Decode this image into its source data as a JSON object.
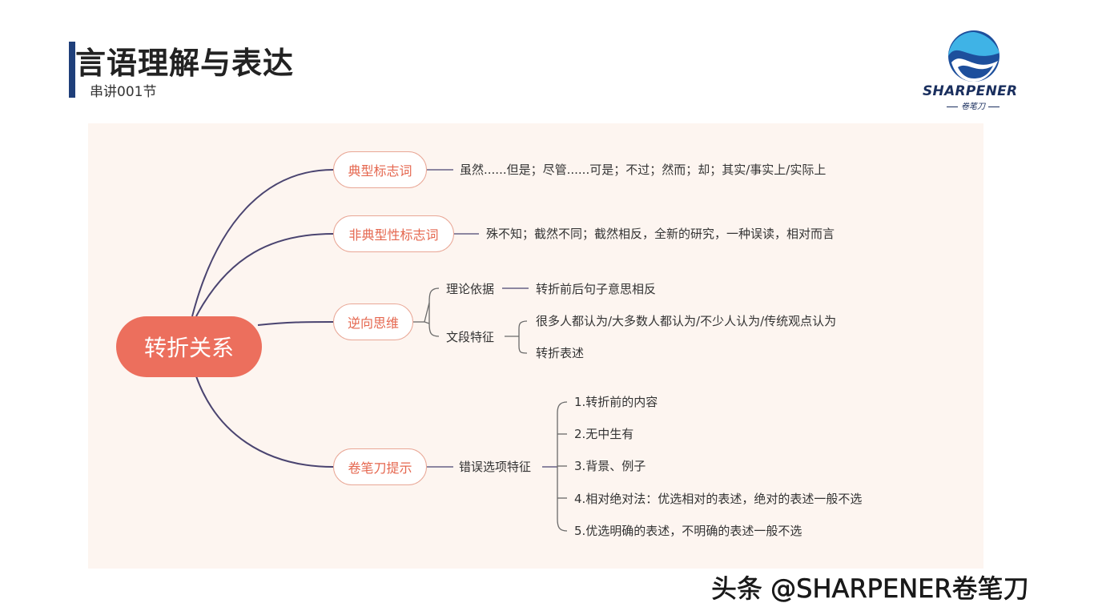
{
  "header": {
    "title": "言语理解与表达",
    "subtitle": "串讲001节"
  },
  "logo": {
    "word": "SHARPENER",
    "sub": "卷笔刀"
  },
  "mindmap": {
    "root": "转折关系",
    "branches": [
      {
        "label": "典型标志词",
        "text": "虽然......但是；尽管......可是；不过；然而；却；其实/事实上/实际上"
      },
      {
        "label": "非典型性标志词",
        "text": "殊不知；截然不同；截然相反，全新的研究，一种误读，相对而言"
      },
      {
        "label": "逆向思维",
        "sub": [
          {
            "label": "理论依据",
            "items": [
              "转折前后句子意思相反"
            ]
          },
          {
            "label": "文段特征",
            "items": [
              "很多人都认为/大多数人都认为/不少人认为/传统观点认为",
              "转折表述"
            ]
          }
        ]
      },
      {
        "label": "卷笔刀提示",
        "sub": [
          {
            "label": "错误选项特征",
            "items": [
              "1.转折前的内容",
              "2.无中生有",
              "3.背景、例子",
              "4.相对绝对法：优选相对的表述，绝对的表述一般不选",
              "5.优选明确的表述，不明确的表述一般不选"
            ]
          }
        ]
      }
    ]
  },
  "watermark": "头条 @SHARPENER卷笔刀",
  "colors": {
    "accent": "#ec6f5d",
    "pill_border": "#e9a796",
    "pill_text": "#e5674f",
    "line": "#4a4470",
    "title_bar": "#1f3f7a",
    "panel_bg": "#fdf5f0"
  }
}
